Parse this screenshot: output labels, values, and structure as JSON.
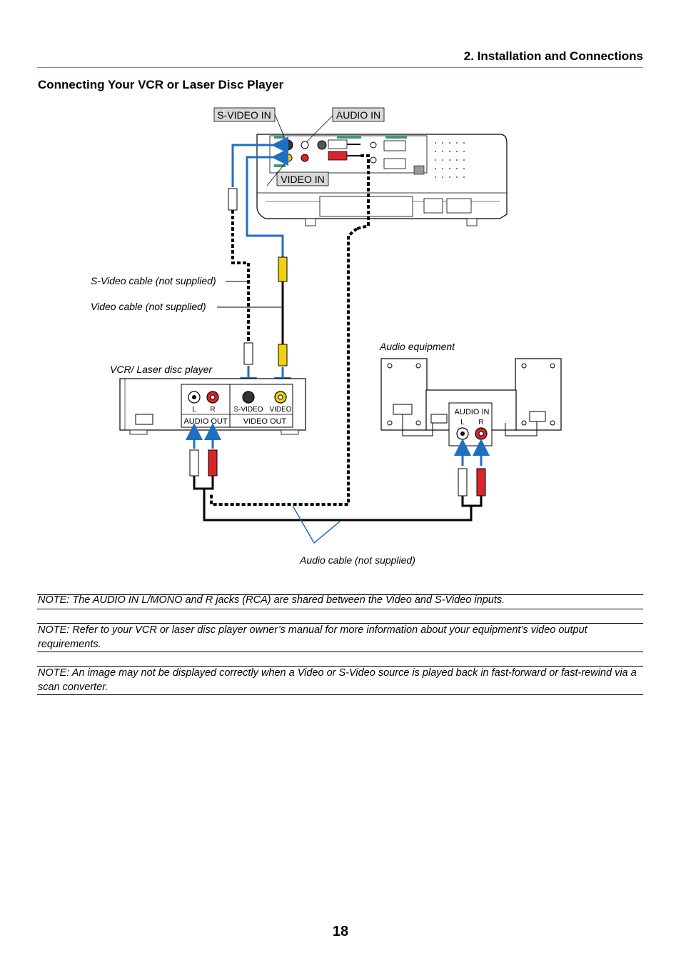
{
  "header": {
    "chapter_title": "2. Installation and Connections"
  },
  "section": {
    "title": "Connecting Your VCR or Laser Disc Player"
  },
  "diagram": {
    "callouts": {
      "s_video_in": "S-VIDEO IN",
      "audio_in": "AUDIO IN",
      "video_in": "VIDEO IN"
    },
    "labels": {
      "s_video_cable": "S-Video cable (not supplied)",
      "video_cable": "Video cable (not supplied)",
      "vcr": "VCR/ Laser disc player",
      "audio_equipment": "Audio equipment",
      "audio_cable": "Audio cable (not supplied)"
    },
    "vcr_panel": {
      "left": "L",
      "right": "R",
      "s_video": "S-VIDEO",
      "video": "VIDEO",
      "audio_out": "AUDIO OUT",
      "video_out": "VIDEO OUT"
    },
    "audio_panel": {
      "audio_in": "AUDIO IN",
      "left": "L",
      "right": "R"
    },
    "colors": {
      "arrow_blue": "#1f6fc1",
      "rca_red": "#d9252a",
      "rca_yellow": "#f1d10b",
      "projector_panel_green": "#3f9a7a"
    }
  },
  "notes": [
    "NOTE: The AUDIO IN L/MONO and R jacks (RCA) are shared between the Video and S-Video inputs.",
    "NOTE: Refer to your VCR or laser disc player owner’s manual for more information about your equipment’s video output requirements.",
    "NOTE: An image may not be displayed correctly when a Video or S-Video source is played back in fast-forward or fast-rewind via a scan converter."
  ],
  "page_number": "18"
}
